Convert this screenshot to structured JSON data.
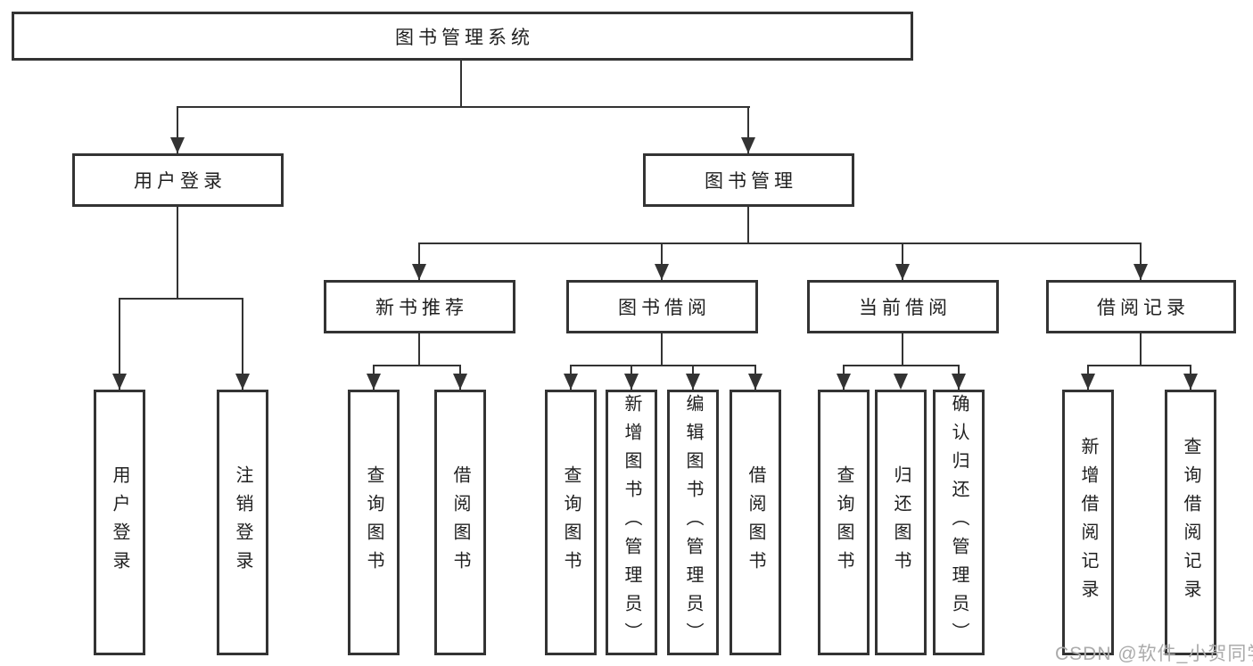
{
  "diagram": {
    "root": {
      "label": "图书管理系统"
    },
    "level2": [
      {
        "label": "用户登录"
      },
      {
        "label": "图书管理"
      }
    ],
    "level3": [
      {
        "label": "新书推荐"
      },
      {
        "label": "图书借阅"
      },
      {
        "label": "当前借阅"
      },
      {
        "label": "借阅记录"
      }
    ],
    "leaves": {
      "user_login": [
        "用户登录",
        "注销登录"
      ],
      "new_book_recommend": [
        "查询图书",
        "借阅图书"
      ],
      "book_borrow": [
        "查询图书",
        "新增图书（管理员）",
        "编辑图书（管理员）",
        "借阅图书"
      ],
      "current_borrow": [
        "查询图书",
        "归还图书",
        "确认归还（管理员）"
      ],
      "borrow_records": [
        "新增借阅记录",
        "查询借阅记录"
      ]
    }
  },
  "watermark": "CSDN @软件_小贺同学",
  "colors": {
    "line": "#333333",
    "text": "#1f1f1f",
    "background": "#ffffff",
    "watermark": "#ababab"
  }
}
